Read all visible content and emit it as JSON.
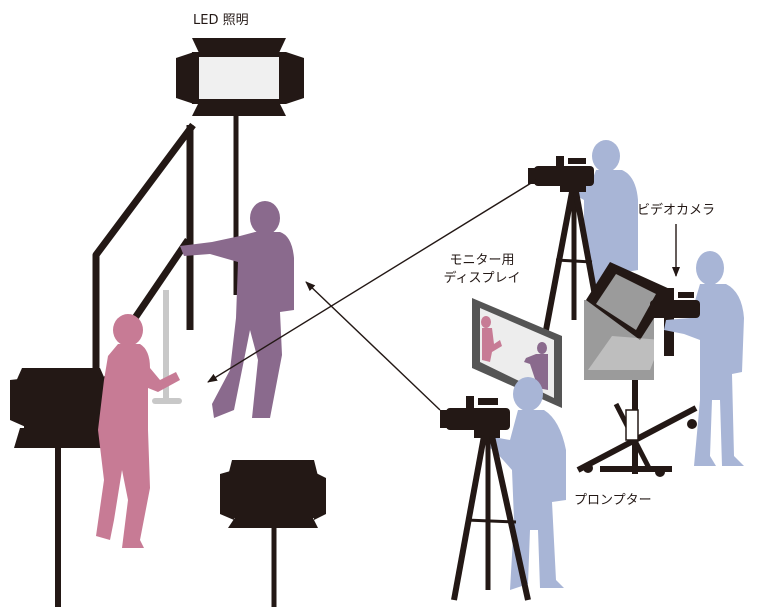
{
  "labels": {
    "led_light": "LED 照明",
    "monitor_line1": "モニター用",
    "monitor_line2": "ディスプレイ",
    "video_camera": "ビデオカメラ",
    "prompter": "プロンプター"
  },
  "colors": {
    "equipment": "#231815",
    "presenter_pink": "#c77b95",
    "presenter_purple": "#8a6a8d",
    "crew_blue": "#a8b5d6",
    "light_face": "#f0f0f0",
    "stand_gray": "#c8c8c8",
    "prompter_gray": "#9b9b9b",
    "monitor_frame": "#555555",
    "monitor_screen": "#ededed"
  }
}
